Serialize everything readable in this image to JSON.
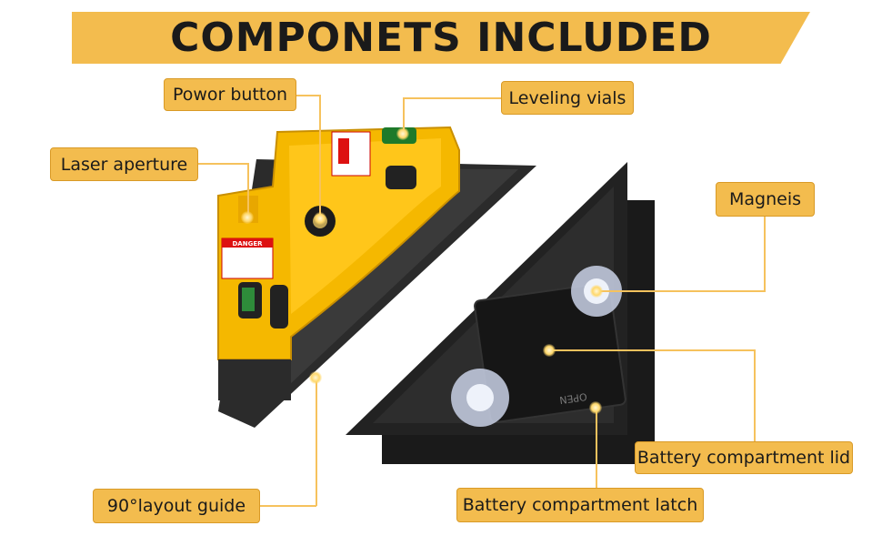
{
  "banner": {
    "title": "COMPONETS  INCLUDED"
  },
  "callouts": {
    "power_button": "Powor button",
    "leveling_vials": "Leveling vials",
    "laser_aperture": "Laser aperture",
    "magnets": "Magneis",
    "battery_lid": "Battery compartment lid",
    "layout_guide": "90°layout guide",
    "battery_latch": "Battery compartment latch"
  },
  "labels": {
    "danger": "DANGER",
    "open": "OPEN"
  },
  "colors": {
    "accent": "#f3bc4e",
    "body_yellow": "#f5b800",
    "plastic_black": "#2b2b2b"
  }
}
